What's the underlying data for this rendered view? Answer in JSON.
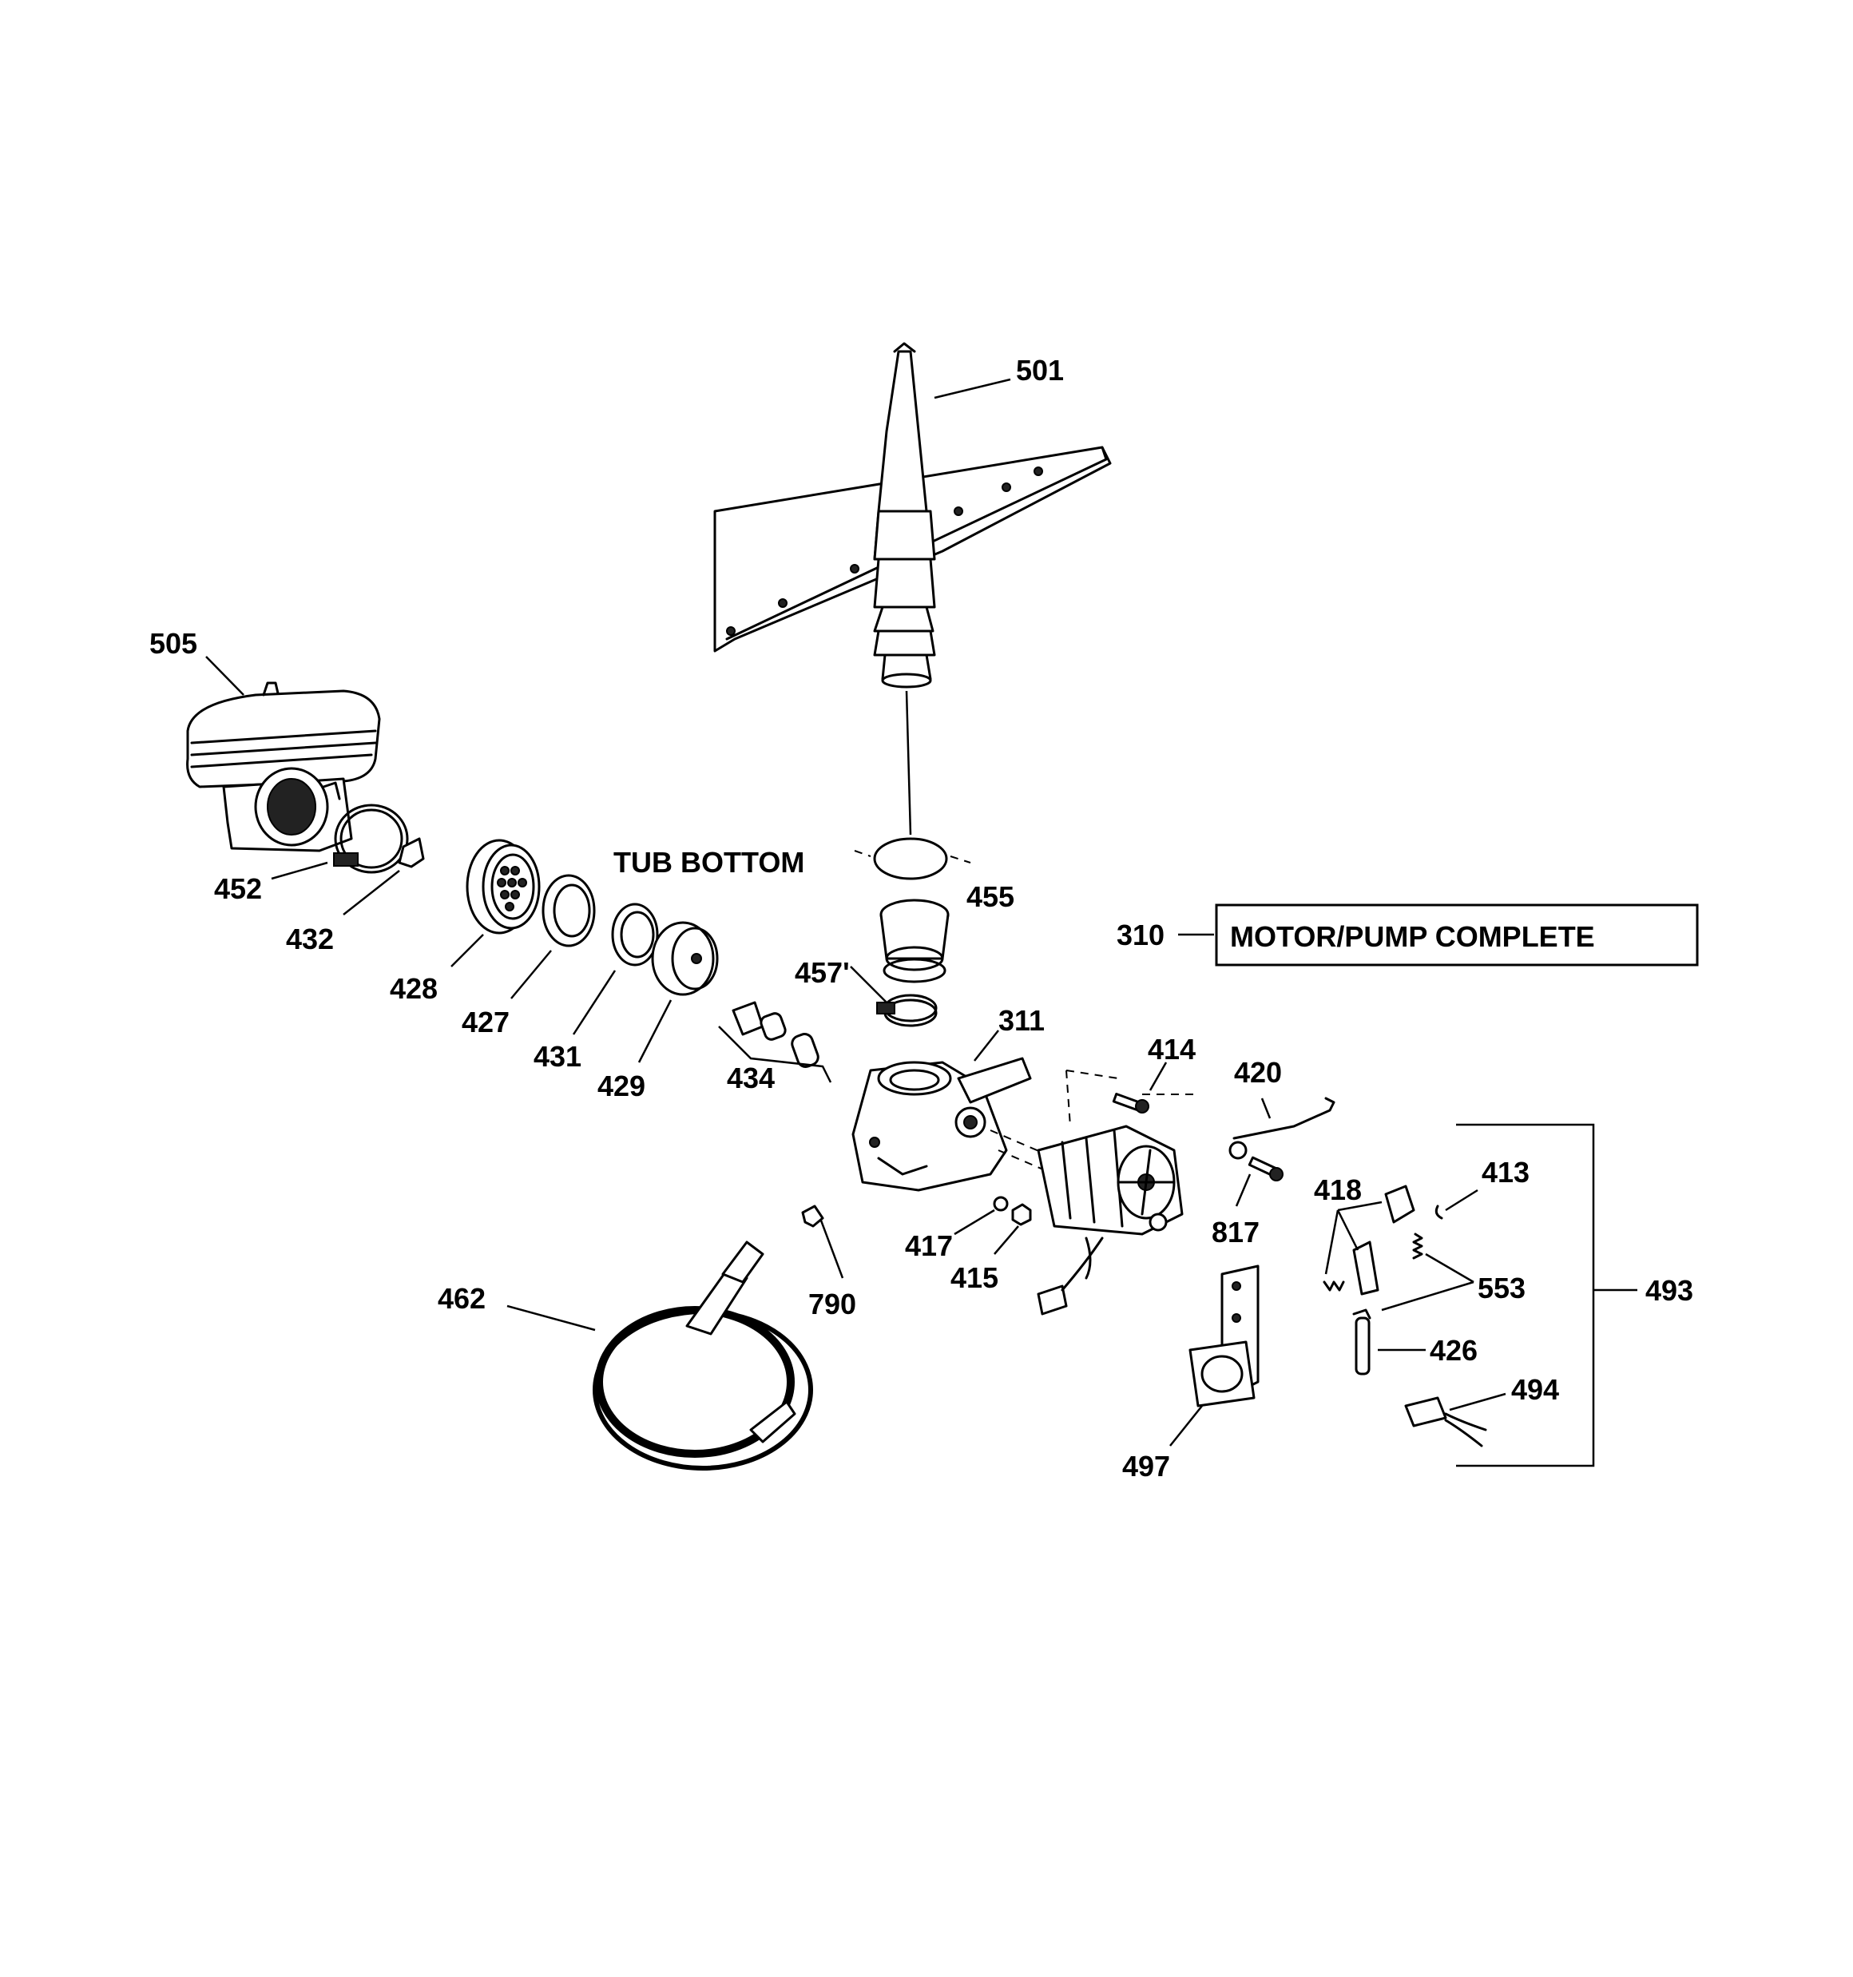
{
  "callouts": {
    "p501": "501",
    "p505": "505",
    "p452": "452",
    "p432": "432",
    "p428": "428",
    "p427": "427",
    "p431": "431",
    "p429": "429",
    "p434": "434",
    "p455": "455",
    "p457": "457'",
    "p311": "311",
    "p310": "310",
    "p414": "414",
    "p420": "420",
    "p413": "413",
    "p418": "418",
    "p817": "817",
    "p553": "553",
    "p493": "493",
    "p417": "417",
    "p415": "415",
    "p790": "790",
    "p462": "462",
    "p426": "426",
    "p494": "494",
    "p497": "497"
  },
  "tub_bottom": "TUB BOTTOM",
  "motor_pump_box": "MOTOR/PUMP COMPLETE"
}
